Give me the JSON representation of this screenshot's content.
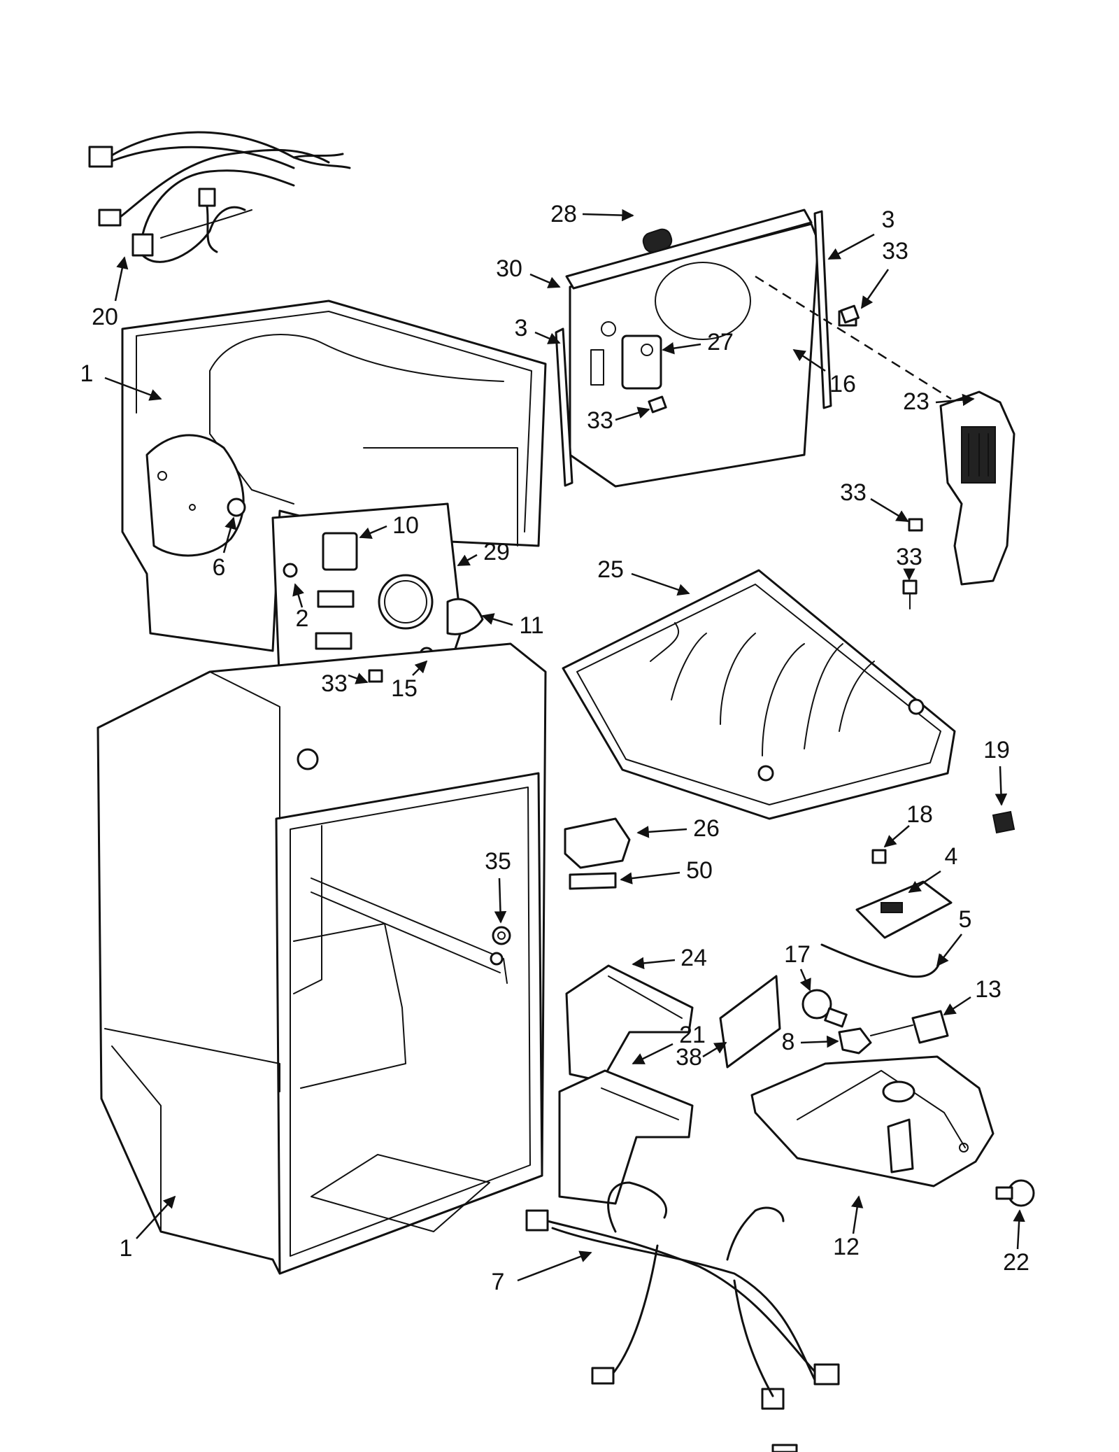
{
  "callouts": [
    {
      "label": "1"
    },
    {
      "label": "1"
    },
    {
      "label": "2"
    },
    {
      "label": "3"
    },
    {
      "label": "3"
    },
    {
      "label": "4"
    },
    {
      "label": "5"
    },
    {
      "label": "6"
    },
    {
      "label": "7"
    },
    {
      "label": "8"
    },
    {
      "label": "10"
    },
    {
      "label": "11"
    },
    {
      "label": "12"
    },
    {
      "label": "13"
    },
    {
      "label": "15"
    },
    {
      "label": "16"
    },
    {
      "label": "17"
    },
    {
      "label": "18"
    },
    {
      "label": "19"
    },
    {
      "label": "20"
    },
    {
      "label": "21"
    },
    {
      "label": "22"
    },
    {
      "label": "23"
    },
    {
      "label": "24"
    },
    {
      "label": "25"
    },
    {
      "label": "26"
    },
    {
      "label": "27"
    },
    {
      "label": "28"
    },
    {
      "label": "29"
    },
    {
      "label": "30"
    },
    {
      "label": "33"
    },
    {
      "label": "33"
    },
    {
      "label": "33"
    },
    {
      "label": "33"
    },
    {
      "label": "33"
    },
    {
      "label": "35"
    },
    {
      "label": "38"
    },
    {
      "label": "50"
    }
  ],
  "colors": {
    "line": "#111111",
    "background": "#ffffff"
  }
}
